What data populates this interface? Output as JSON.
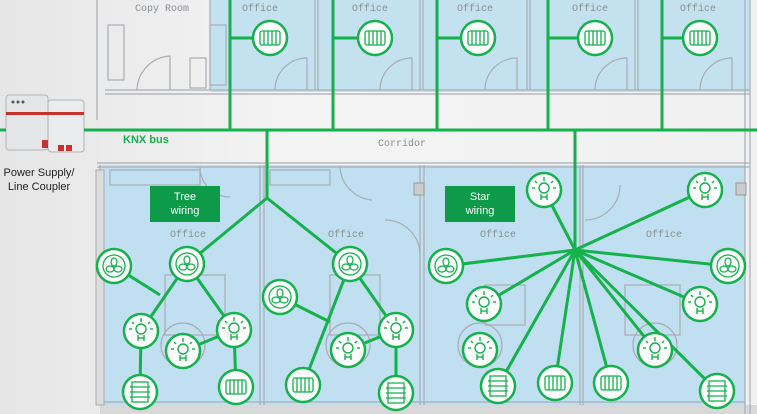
{
  "labels": {
    "copy_room": "Copy Room",
    "office": "Office",
    "corridor": "Corridor",
    "bus": "KNX bus",
    "device_line1": "Power Supply/",
    "device_line2": "Line Coupler",
    "tree_line1": "Tree",
    "tree_line2": "wiring",
    "star_line1": "Star",
    "star_line2": "wiring"
  },
  "colors": {
    "bus": "#14b14c",
    "room": "#c4e1f0",
    "box": "#0d9a49"
  }
}
